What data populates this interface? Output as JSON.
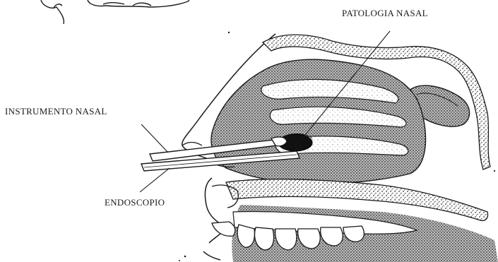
{
  "labels": {
    "patologia": "PATOLOGIA NASAL",
    "instrumento": "INSTRUMENTO NASAL",
    "endoscopio": "ENDOSCOPIO"
  },
  "colors": {
    "ink": "#1a1a1a",
    "shade": "#5a5a5a",
    "lesion": "#111111",
    "paper": "#ffffff"
  }
}
